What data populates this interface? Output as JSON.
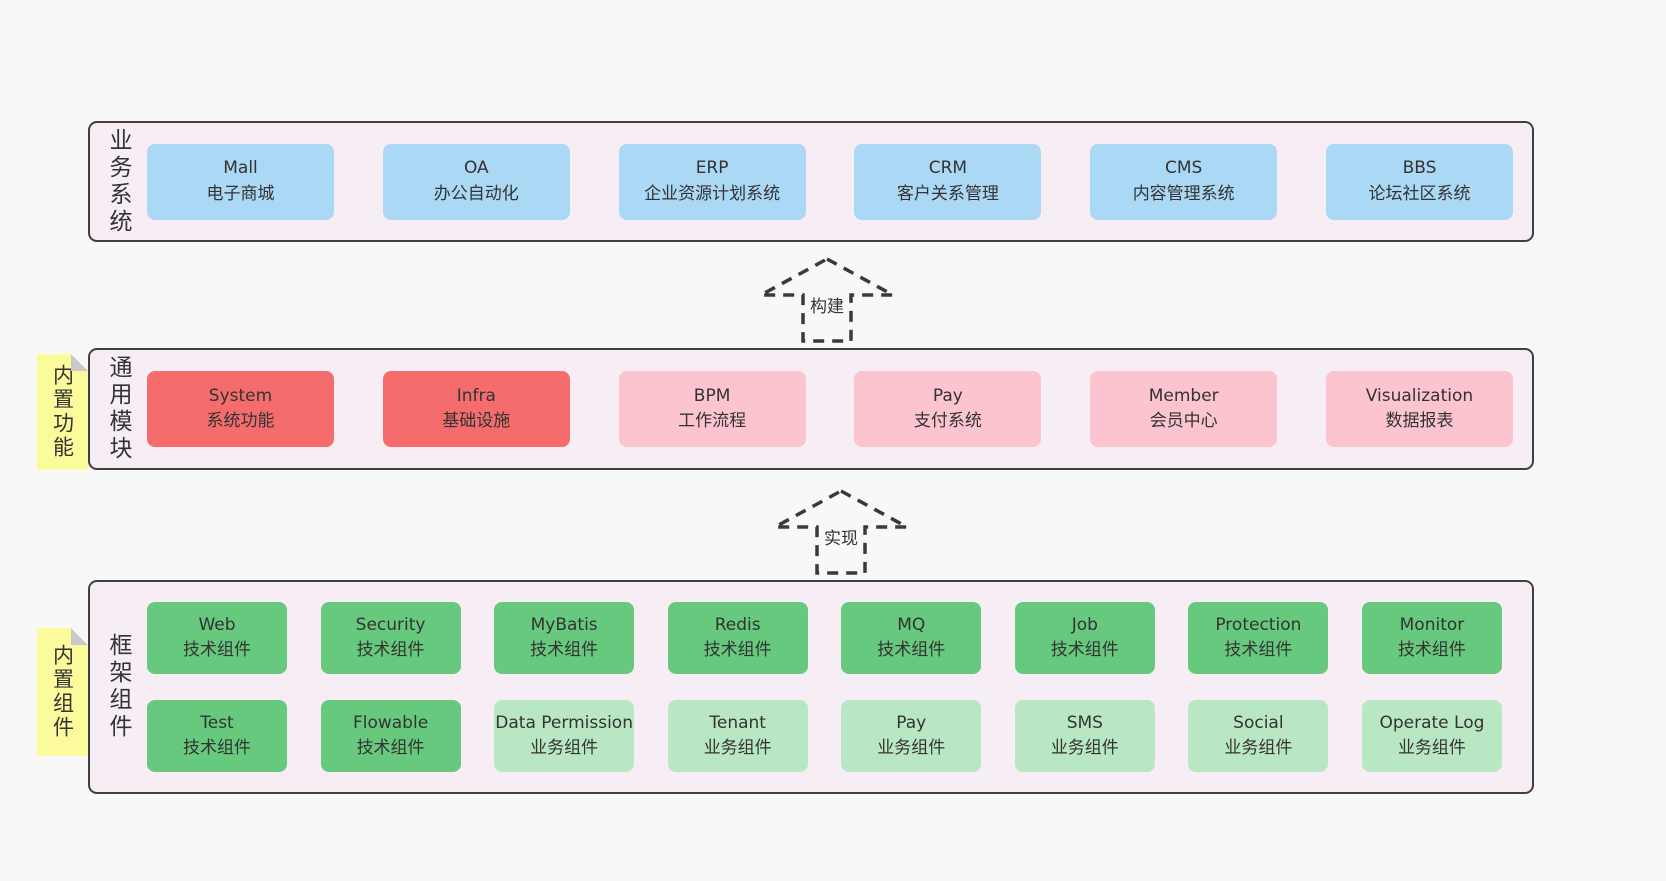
{
  "colors": {
    "page_bg": "#f8f8f8",
    "layer_bg": "#f6edf5",
    "layer_border": "#3f3f3f",
    "blue": "#abd8f5",
    "red": "#f56c6c",
    "pink": "#fbc4ce",
    "green": "#66c97e",
    "light_green": "#b9e7c3",
    "tag_yellow": "#fbfb9b",
    "tag_fold": "#c9c9c9",
    "arrow_stroke": "#3a3a3a",
    "text": "#333333"
  },
  "business": {
    "label": "业务系统",
    "boxes": [
      {
        "name": "Mall",
        "desc": "电子商城",
        "variant": "blue"
      },
      {
        "name": "OA",
        "desc": "办公自动化",
        "variant": "blue"
      },
      {
        "name": "ERP",
        "desc": "企业资源计划系统",
        "variant": "blue"
      },
      {
        "name": "CRM",
        "desc": "客户关系管理",
        "variant": "blue"
      },
      {
        "name": "CMS",
        "desc": "内容管理系统",
        "variant": "blue"
      },
      {
        "name": "BBS",
        "desc": "论坛社区系统",
        "variant": "blue"
      }
    ]
  },
  "modules": {
    "label": "通用模块",
    "tag": "内置功能",
    "boxes": [
      {
        "name": "System",
        "desc": "系统功能",
        "variant": "red"
      },
      {
        "name": "Infra",
        "desc": "基础设施",
        "variant": "red"
      },
      {
        "name": "BPM",
        "desc": "工作流程",
        "variant": "pink"
      },
      {
        "name": "Pay",
        "desc": "支付系统",
        "variant": "pink"
      },
      {
        "name": "Member",
        "desc": "会员中心",
        "variant": "pink"
      },
      {
        "name": "Visualization",
        "desc": "数据报表",
        "variant": "pink"
      }
    ]
  },
  "framework": {
    "label": "框架组件",
    "tag": "内置组件",
    "row1": [
      {
        "name": "Web",
        "desc": "技术组件",
        "variant": "green"
      },
      {
        "name": "Security",
        "desc": "技术组件",
        "variant": "green"
      },
      {
        "name": "MyBatis",
        "desc": "技术组件",
        "variant": "green"
      },
      {
        "name": "Redis",
        "desc": "技术组件",
        "variant": "green"
      },
      {
        "name": "MQ",
        "desc": "技术组件",
        "variant": "green"
      },
      {
        "name": "Job",
        "desc": "技术组件",
        "variant": "green"
      },
      {
        "name": "Protection",
        "desc": "技术组件",
        "variant": "green"
      },
      {
        "name": "Monitor",
        "desc": "技术组件",
        "variant": "green"
      }
    ],
    "row2": [
      {
        "name": "Test",
        "desc": "技术组件",
        "variant": "green"
      },
      {
        "name": "Flowable",
        "desc": "技术组件",
        "variant": "green"
      },
      {
        "name": "Data Permission",
        "desc": "业务组件",
        "variant": "lightgreen"
      },
      {
        "name": "Tenant",
        "desc": "业务组件",
        "variant": "lightgreen"
      },
      {
        "name": "Pay",
        "desc": "业务组件",
        "variant": "lightgreen"
      },
      {
        "name": "SMS",
        "desc": "业务组件",
        "variant": "lightgreen"
      },
      {
        "name": "Social",
        "desc": "业务组件",
        "variant": "lightgreen"
      },
      {
        "name": "Operate Log",
        "desc": "业务组件",
        "variant": "lightgreen"
      }
    ]
  },
  "arrows": {
    "build": "构建",
    "implement": "实现"
  }
}
